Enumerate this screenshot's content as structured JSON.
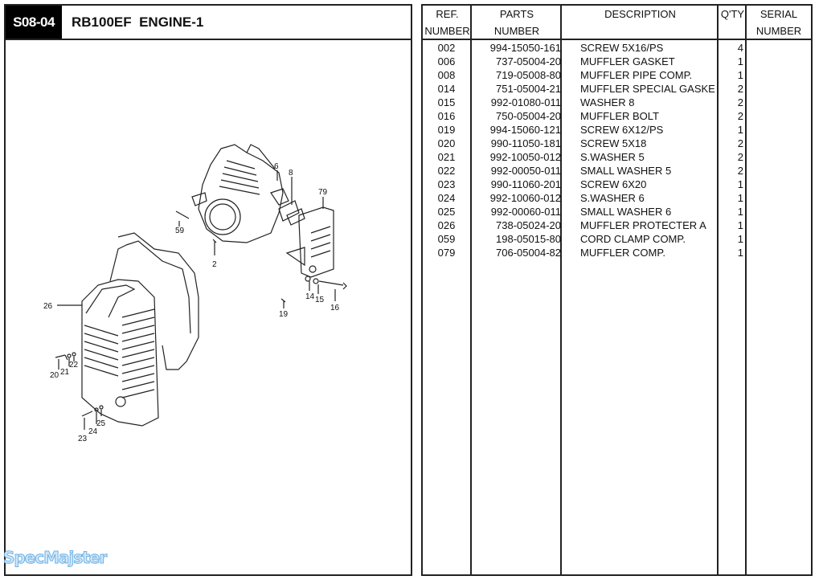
{
  "header": {
    "section_code": "S08-04",
    "title": "RB100EF  ENGINE-1"
  },
  "diagram": {
    "callouts": [
      "6",
      "8",
      "79",
      "59",
      "2",
      "14",
      "15",
      "16",
      "19",
      "26",
      "20",
      "21",
      "22",
      "23",
      "24",
      "25"
    ]
  },
  "watermark": "SpecMajster",
  "table": {
    "columns": [
      {
        "line1": "REF.",
        "line2": "NUMBER"
      },
      {
        "line1": "PARTS",
        "line2": "NUMBER"
      },
      {
        "line1": "DESCRIPTION",
        "line2": ""
      },
      {
        "line1": "Q'TY",
        "line2": ""
      },
      {
        "line1": "SERIAL",
        "line2": "NUMBER"
      }
    ],
    "rows": [
      {
        "ref": "002",
        "part": "994-15050-161",
        "desc": "SCREW 5X16/PS",
        "qty": "4",
        "serial": ""
      },
      {
        "ref": "006",
        "part": "737-05004-20",
        "desc": "MUFFLER GASKET",
        "qty": "1",
        "serial": ""
      },
      {
        "ref": "008",
        "part": "719-05008-80",
        "desc": "MUFFLER PIPE COMP.",
        "qty": "1",
        "serial": ""
      },
      {
        "ref": "014",
        "part": "751-05004-21",
        "desc": "MUFFLER SPECIAL GASKE",
        "qty": "2",
        "serial": ""
      },
      {
        "ref": "015",
        "part": "992-01080-011",
        "desc": "WASHER 8",
        "qty": "2",
        "serial": ""
      },
      {
        "ref": "016",
        "part": "750-05004-20",
        "desc": "MUFFLER BOLT",
        "qty": "2",
        "serial": ""
      },
      {
        "ref": "019",
        "part": "994-15060-121",
        "desc": "SCREW 6X12/PS",
        "qty": "1",
        "serial": ""
      },
      {
        "ref": "020",
        "part": "990-11050-181",
        "desc": "SCREW 5X18",
        "qty": "2",
        "serial": ""
      },
      {
        "ref": "021",
        "part": "992-10050-012",
        "desc": "S.WASHER 5",
        "qty": "2",
        "serial": ""
      },
      {
        "ref": "022",
        "part": "992-00050-011",
        "desc": "SMALL WASHER 5",
        "qty": "2",
        "serial": ""
      },
      {
        "ref": "023",
        "part": "990-11060-201",
        "desc": "SCREW 6X20",
        "qty": "1",
        "serial": ""
      },
      {
        "ref": "024",
        "part": "992-10060-012",
        "desc": "S.WASHER 6",
        "qty": "1",
        "serial": ""
      },
      {
        "ref": "025",
        "part": "992-00060-011",
        "desc": "SMALL WASHER 6",
        "qty": "1",
        "serial": ""
      },
      {
        "ref": "026",
        "part": "738-05024-20",
        "desc": "MUFFLER PROTECTER A",
        "qty": "1",
        "serial": ""
      },
      {
        "ref": "059",
        "part": "198-05015-80",
        "desc": "CORD CLAMP COMP.",
        "qty": "1",
        "serial": ""
      },
      {
        "ref": "079",
        "part": "706-05004-82",
        "desc": "MUFFLER COMP.",
        "qty": "1",
        "serial": ""
      }
    ]
  }
}
